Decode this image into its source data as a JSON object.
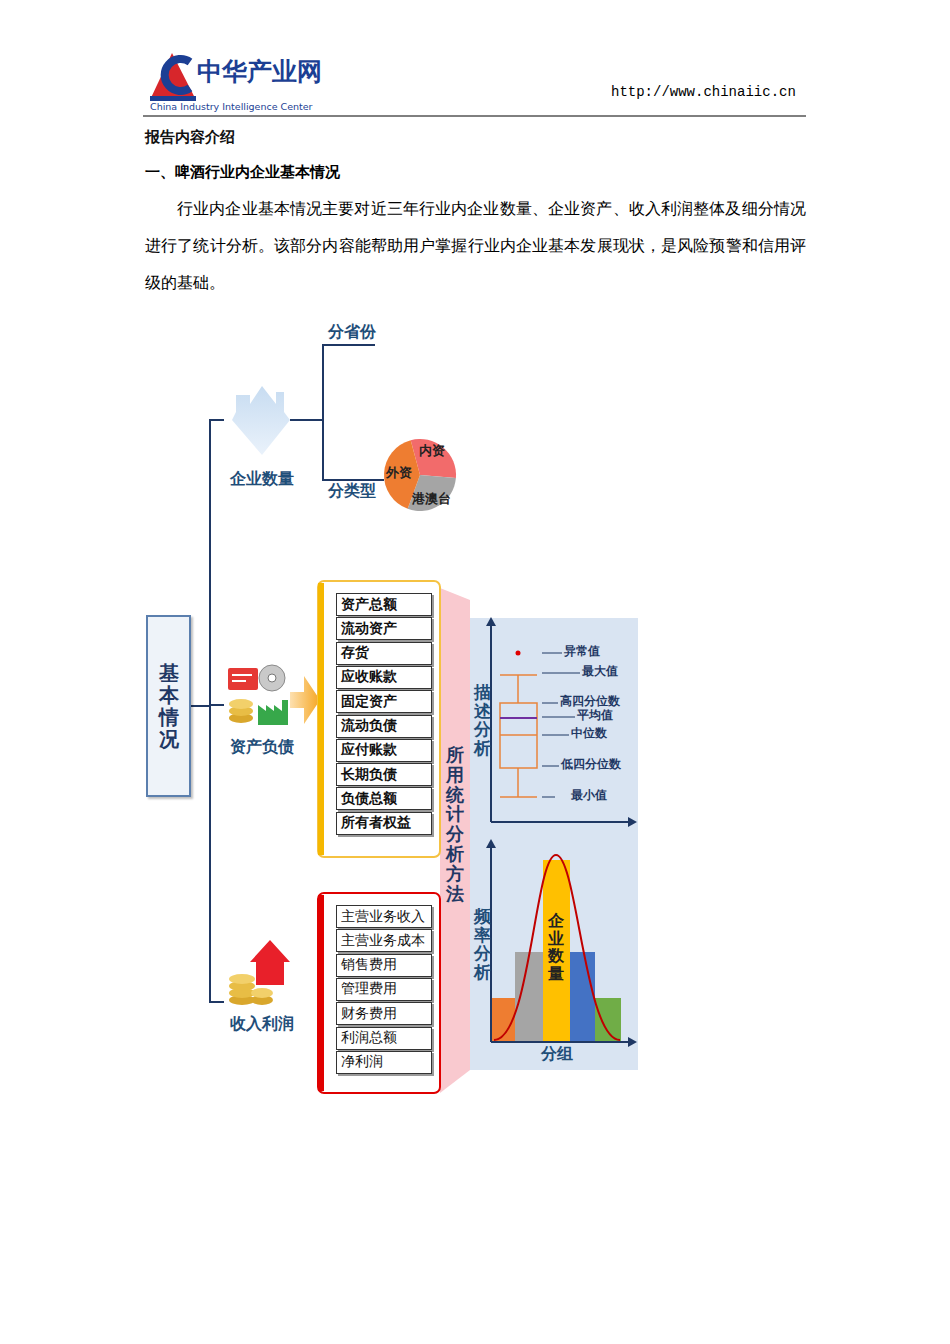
{
  "diagram": {
    "title": "报告内容介绍",
    "nodes": [
      {
        "text": [
          "基本情况"
        ]
      },
      {
        "text": [
          "企业数量"
        ]
      },
      {
        "text": [
          "资产负债"
        ]
      },
      {
        "text": [
          "收入利润"
        ]
      },
      {
        "text": [
          "资产总额"
        ]
      },
      {
        "text": [
          "流动资产"
        ]
      },
      {
        "text": [
          "存货"
        ]
      },
      {
        "text": [
          "应收账款"
        ]
      },
      {
        "text": [
          "固定资产"
        ]
      },
      {
        "text": [
          "流动负债"
        ]
      },
      {
        "text": [
          "应付账款"
        ]
      },
      {
        "text": [
          "长期负债"
        ]
      },
      {
        "text": [
          "负债总额"
        ]
      },
      {
        "text": [
          "所有者权益"
        ]
      },
      {
        "text": [
          "主营业务收入"
        ]
      },
      {
        "text": [
          "主营业务成本"
        ]
      },
      {
        "text": [
          "销售费用"
        ]
      },
      {
        "text": [
          "管理费用"
        ]
      },
      {
        "text": [
          "财务费用"
        ]
      },
      {
        "text": [
          "利润总额"
        ]
      },
      {
        "text": [
          "净利润"
        ]
      }
    ],
    "edges": [
      {
        "from": 0,
        "to": 1,
        "arrow": "none"
      },
      {
        "from": 0,
        "to": 2,
        "arrow": "none"
      },
      {
        "from": 0,
        "to": 3,
        "arrow": "none"
      }
    ],
    "labels": [
      "中华产业网",
      "China Industry Intelligence Center",
      "http://www.chinaiic.cn",
      "一、啤酒行业内企业基本情况",
      "行业内企业基本情况主要对近三年行业内企业数量、企业资产、收入利润整体及细分情况进行了统计分析。该部分内容能帮助用户掌握行业内企业基本发展现状，是风险预警和信用评级的基础。",
      "分省份",
      "分类型",
      "内资",
      "外资",
      "港澳台",
      "所用统计分析方法",
      "描述分析",
      "异常值",
      "最大值",
      "高四分位数",
      "平均值",
      "中位数",
      "低四分位数",
      "最小值",
      "频率分析",
      "企业数量",
      "分组"
    ]
  }
}
